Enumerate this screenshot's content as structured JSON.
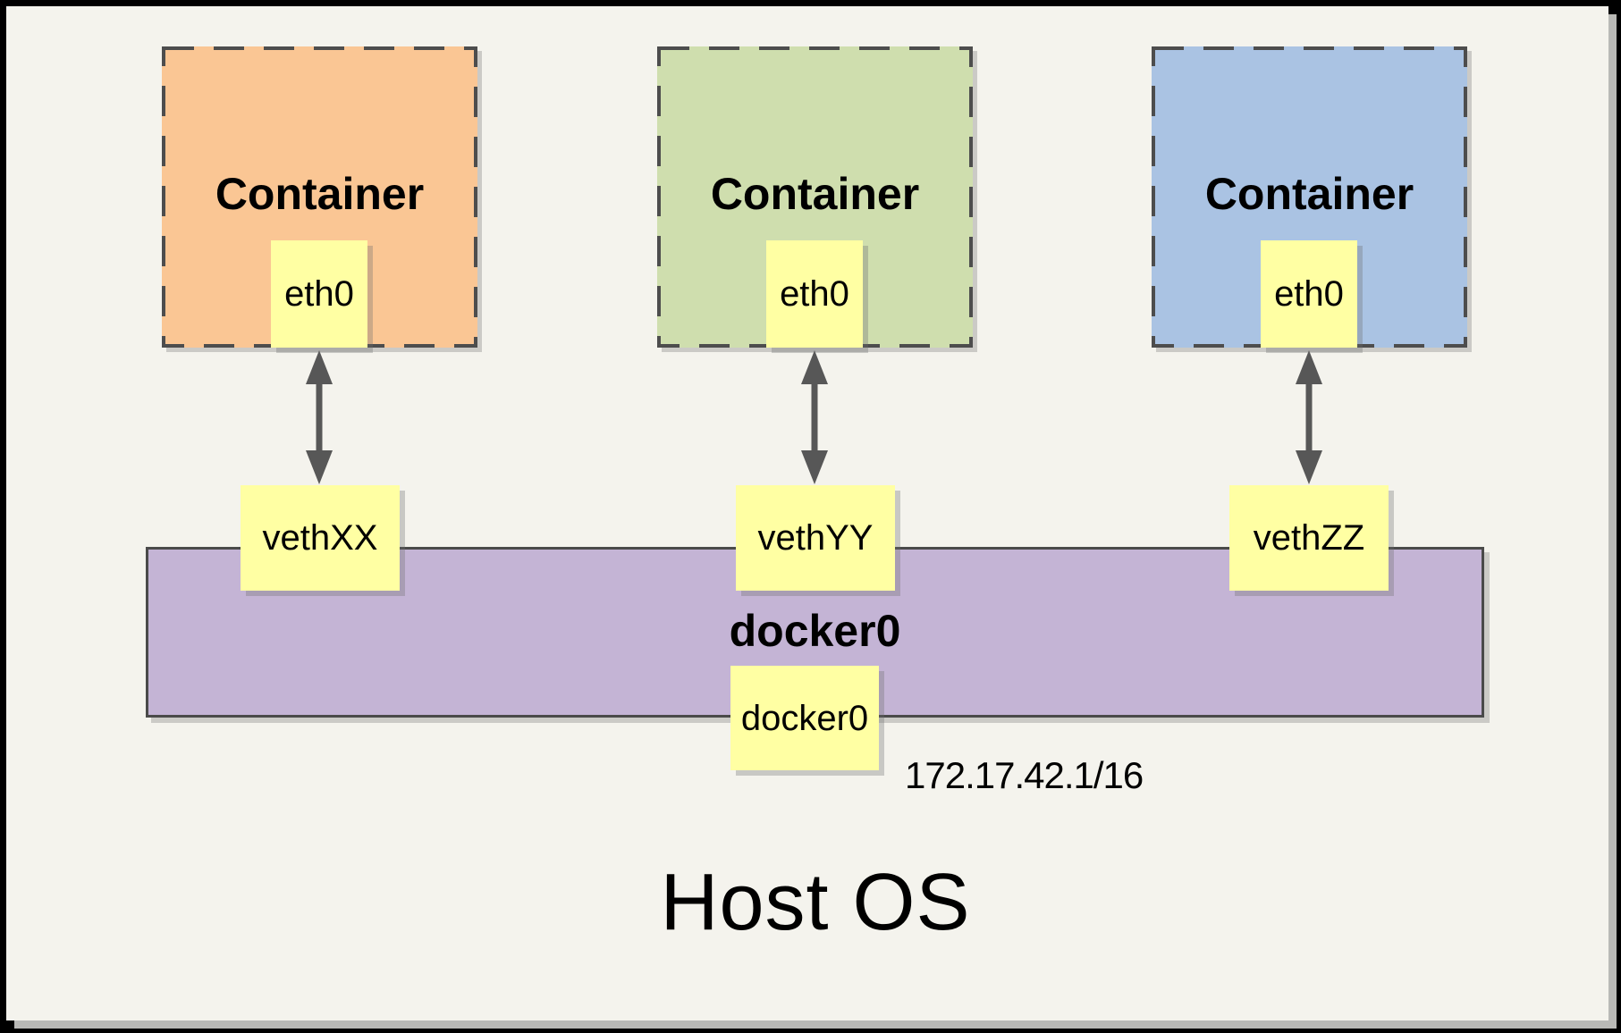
{
  "containers": [
    {
      "name": "Container",
      "eth_label": "eth0",
      "veth_label": "vethXX",
      "fill": "#fac694"
    },
    {
      "name": "Container",
      "eth_label": "eth0",
      "veth_label": "vethYY",
      "fill": "#cfdeae"
    },
    {
      "name": "Container",
      "eth_label": "eth0",
      "veth_label": "vethZZ",
      "fill": "#aac3e3"
    }
  ],
  "bridge": {
    "label": "docker0",
    "interface_label": "docker0",
    "ip": "172.17.42.1/16",
    "fill": "#c4b4d5"
  },
  "host": {
    "label": "Host OS"
  },
  "colors": {
    "background": "#f4f3ed",
    "frame": "#000000",
    "interface_fill": "#ffffa3",
    "dashed_border": "#4d4d4d",
    "arrow": "#575757"
  }
}
